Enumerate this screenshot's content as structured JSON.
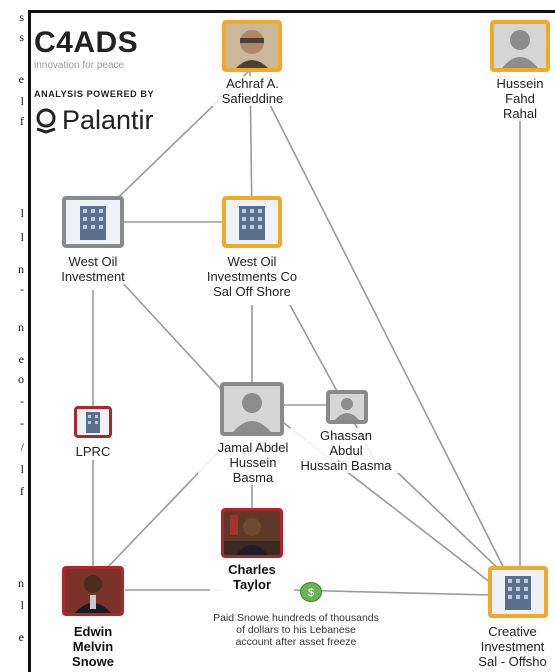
{
  "left_text": [
    "s",
    "s",
    "e",
    "l",
    "f",
    "l",
    "l",
    "n",
    "-",
    "n",
    "e",
    "o",
    "-",
    "-",
    "/",
    "l",
    "f",
    "n",
    "l",
    "e"
  ],
  "brand": {
    "logo": "C4ADS",
    "tagline": "innovation for peace",
    "powered_by": "ANALYSIS POWERED BY",
    "palantir": "Palantir"
  },
  "nodes": {
    "achraf": "Achraf A.\nSafieddine",
    "hussein_fahd": "Hussein\nFahd\nRahal",
    "west_oil_investment": "West Oil\nInvestment",
    "west_oil_co": "West Oil\nInvestments Co\nSal Off Shore",
    "lprc": "LPRC",
    "jamal": "Jamal Abdel\nHussein\nBasma",
    "ghassan": "Ghassan\nAbdul\nHussain Basma",
    "charles": "Charles\nTaylor",
    "edwin": "Edwin\nMelvin\nSnowe",
    "creative": "Creative\nInvestment\nSal - Offsho"
  },
  "caption": "Paid Snowe hundreds of thousands\nof dollars to his Lebanese\naccount after asset freeze",
  "icons": {
    "building": "building-icon",
    "person": "person-silhouette-icon",
    "photo": "portrait-photo",
    "money": "money-icon"
  },
  "colors": {
    "orange": "#f0a928",
    "gray": "#8a8a8a",
    "red": "#b0252a",
    "line": "#9a9a9a"
  }
}
